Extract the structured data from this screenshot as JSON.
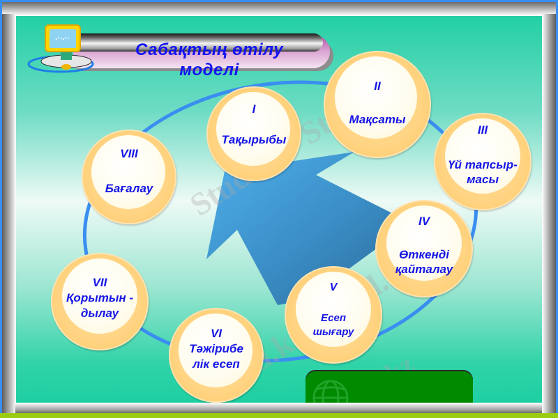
{
  "title": {
    "line1": "Сабақтың  өтілу",
    "line2": "моделі"
  },
  "stages": [
    {
      "numeral": "I",
      "line1": "",
      "label": "Тақырыбы",
      "line2": ""
    },
    {
      "numeral": "II",
      "line1": "",
      "label": "Мақсаты",
      "line2": ""
    },
    {
      "numeral": "III",
      "line1": "",
      "label": "Үй тапсыр-",
      "line2": "масы"
    },
    {
      "numeral": "IV",
      "line1": "",
      "label": "Өткенді",
      "line2": "қайталау"
    },
    {
      "numeral": "V",
      "line1": "",
      "label": "Есеп",
      "line2": "шығару"
    },
    {
      "numeral": "VI",
      "line1": "",
      "label": "Тәжірибе",
      "line2": "лік есеп"
    },
    {
      "numeral": "VII",
      "line1": "",
      "label": "Қорытын -",
      "line2": "дылау"
    },
    {
      "numeral": "VIII",
      "line1": "",
      "label": "Бағалау",
      "line2": ""
    }
  ],
  "watermark": {
    "text": "Stud.kz - Stud.kz",
    "short": "Stud.kz"
  },
  "colors": {
    "title_text": "#1313f0",
    "stage_text": "#1515e6",
    "ring": "#3a8ef0",
    "arrow_light": "#4aa8e4",
    "arrow_dark": "#2a6e9c",
    "panel": "#22d0a4",
    "green_box": "#008a00"
  }
}
